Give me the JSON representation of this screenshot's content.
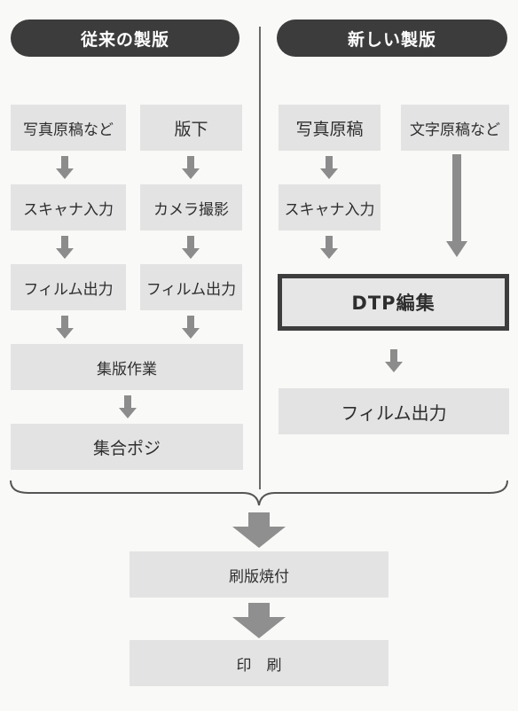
{
  "headers": {
    "left": "従来の製版",
    "right": "新しい製版"
  },
  "left": {
    "col1": [
      "写真原稿など",
      "スキャナ入力",
      "フィルム出力"
    ],
    "col2": [
      "版下",
      "カメラ撮影",
      "フィルム出力"
    ],
    "merged": [
      "集版作業",
      "集合ポジ"
    ]
  },
  "right": {
    "col1": [
      "写真原稿",
      "スキャナ入力"
    ],
    "col2": [
      "文字原稿など"
    ],
    "dtp": "DTP編集",
    "output": "フィルム出力"
  },
  "bottom": {
    "plate": "刷版焼付",
    "print": "印　刷"
  },
  "colors": {
    "header_bg": "#3c3c3c",
    "box_bg": "#e3e3e3",
    "arrow": "#8c8c8c",
    "dtp_border": "#3d3d3d"
  }
}
